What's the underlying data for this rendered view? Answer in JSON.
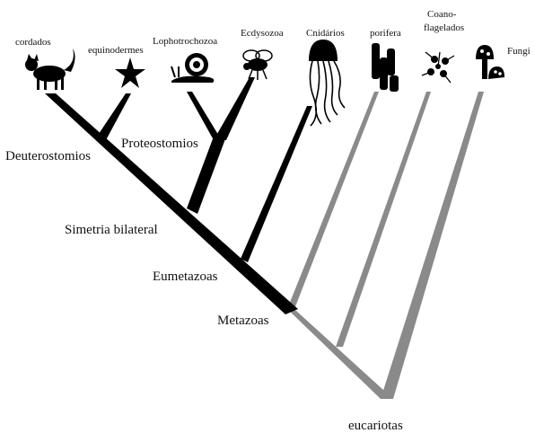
{
  "diagram": {
    "tips": {
      "cordados": "cordados",
      "equinodermes": "equinodermes",
      "lophotrochozoa": "Lophotrochozoa",
      "ecdysozoa": "Ecdysozoa",
      "cnidarios": "Cnidários",
      "porifera": "porifera",
      "coano_line1": "Coano-",
      "coano_line2": "flagelados",
      "fungi": "Fungi"
    },
    "nodes": {
      "deuterostomios": "Deuterostomios",
      "proteostomios": "Proteostomios",
      "simetria_bilateral": "Simetria bilateral",
      "eumetazoas": "Eumetazoas",
      "metazoas": "Metazoas",
      "eucariotas": "eucariotas"
    },
    "icons": [
      "cat-icon",
      "starfish-icon",
      "snail-icon",
      "fly-icon",
      "jellyfish-icon",
      "sponge-icon",
      "choanoflagellate-icon",
      "mushroom-icon"
    ],
    "colors": {
      "animal_branch": "#000000",
      "outgroup_branch": "#808080"
    }
  }
}
